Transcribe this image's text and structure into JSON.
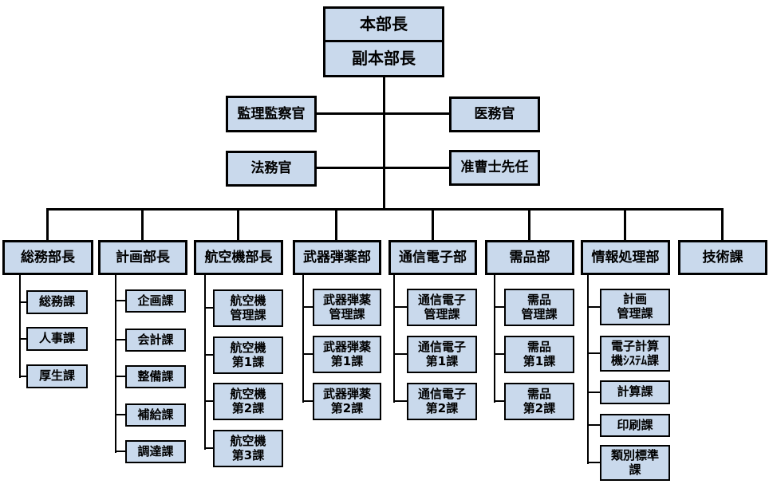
{
  "colors": {
    "box_fill": "#c9d9ec",
    "box_border": "#000000",
    "connector": "#000000",
    "background": "#ffffff"
  },
  "org": {
    "top": {
      "chief": "本部長",
      "deputy": "副本部長"
    },
    "staff": [
      {
        "label": "監理監察官"
      },
      {
        "label": "医務官"
      },
      {
        "label": "法務官"
      },
      {
        "label": "准曹士先任"
      }
    ],
    "departments": [
      {
        "label": "総務部長",
        "children": [
          "総務課",
          "人事課",
          "厚生課"
        ]
      },
      {
        "label": "計画部長",
        "children": [
          "企画課",
          "会計課",
          "整備課",
          "補給課",
          "調達課"
        ]
      },
      {
        "label": "航空機部長",
        "children": [
          "航空機\n管理課",
          "航空機\n第1課",
          "航空機\n第2課",
          "航空機\n第3課"
        ]
      },
      {
        "label": "武器弾薬部",
        "children": [
          "武器弾薬\n管理課",
          "武器弾薬\n第1課",
          "武器弾薬\n第2課"
        ]
      },
      {
        "label": "通信電子部",
        "children": [
          "通信電子\n管理課",
          "通信電子\n第1課",
          "通信電子\n第2課"
        ]
      },
      {
        "label": "需品部",
        "children": [
          "需品\n管理課",
          "需品\n第1課",
          "需品\n第2課"
        ]
      },
      {
        "label": "情報処理部",
        "children": [
          "計画\n管理課",
          "電子計算\n機ｼｽﾃﾑ課",
          "計算課",
          "印刷課",
          "類別標準\n課"
        ]
      },
      {
        "label": "技術課",
        "children": []
      }
    ]
  }
}
